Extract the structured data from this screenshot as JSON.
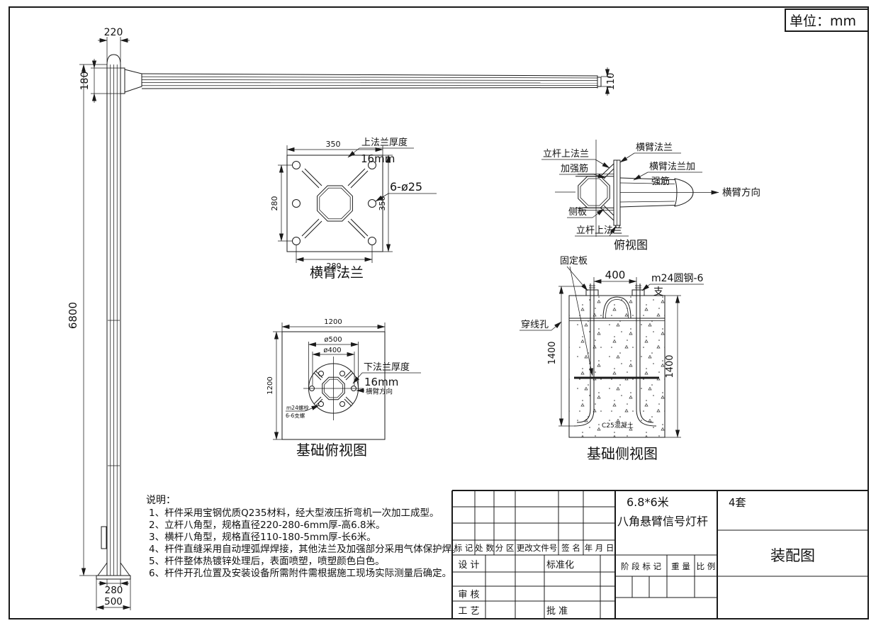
{
  "unit_box": {
    "label": "单位：mm"
  },
  "elevation": {
    "dim_top_width": "220",
    "dim_arm_height": "180",
    "dim_pole_height": "6800",
    "dim_arm_end": "110",
    "dim_base_width": "280",
    "dim_base_plate": "500"
  },
  "arm_flange": {
    "caption": "横臂法兰",
    "dim_top": "350",
    "dim_right": "350",
    "dim_left": "280",
    "dim_bottom": "280",
    "thickness_label": "上法兰厚度",
    "thickness_value": "16mm",
    "holes_label": "6-ø25"
  },
  "top_view": {
    "caption": "俯视图",
    "pole_flange_top": "立杆上法兰",
    "stiffener": "加强筋",
    "arm_flange": "横臂法兰",
    "arm_flange_stiffener_l1": "横臂法兰加",
    "arm_flange_stiffener_l2": "强筋",
    "arm_direction": "横臂方向",
    "side_plate": "侧板",
    "pole_flange_bottom": "立杆上法兰"
  },
  "foundation_plan": {
    "caption": "基础俯视图",
    "dim_top": "1200",
    "dim_left": "1200",
    "dim_circle": "ø500",
    "dim_bolt_circle": "ø400",
    "thickness_label": "下法兰厚度",
    "thickness_value": "16mm",
    "arm_direction": "横臂方向",
    "anchor_l1": "m24螺栓",
    "anchor_l2": "6-6支螺"
  },
  "foundation_side": {
    "caption": "基础侧视图",
    "dim_bolt_spacing": "400",
    "dim_depth_left": "1400",
    "dim_depth_right": "1400",
    "fixing_plate": "固定板",
    "anchor_rod_l1": "m24圆钢-6",
    "anchor_rod_l2": "支",
    "wire_hole": "穿线孔",
    "concrete": "C25混凝土"
  },
  "notes": {
    "title": "说明：",
    "items": [
      "1、杆件采用宝钢优质Q235材料，经大型液压折弯机一次加工成型。",
      "2、立杆八角型，规格直径220-280-6mm厚-高6.8米。",
      "3、横杆八角型，规格直径110-180-5mm厚-长6米。",
      "4、杆件直缝采用自动埋弧焊焊接，其他法兰及加强部分采用气体保护焊。",
      "5、杆件整体热镀锌处理后，表面喷塑，喷塑颜色白色。",
      "6、杆件开孔位置及安装设备所需附件需根据施工现场实际测量后确定。"
    ]
  },
  "title_block": {
    "product_line1": "6.8*6米",
    "product_line2": "八角悬臂信号灯杆",
    "quantity": "4套",
    "drawing_type": "装配图",
    "headers": {
      "mark": "标 记",
      "count": "处 数",
      "zone": "分 区",
      "change_doc": "更改文件号",
      "sign": "签 名",
      "date": "年 月 日"
    },
    "roles": {
      "design": "设 计",
      "standardize": "标准化",
      "review": "审 核",
      "craft": "工 艺",
      "approve": "批 准"
    },
    "stage": {
      "stage_mark": "阶 段 标 记",
      "weight": "重 量",
      "scale": "比 例"
    }
  }
}
